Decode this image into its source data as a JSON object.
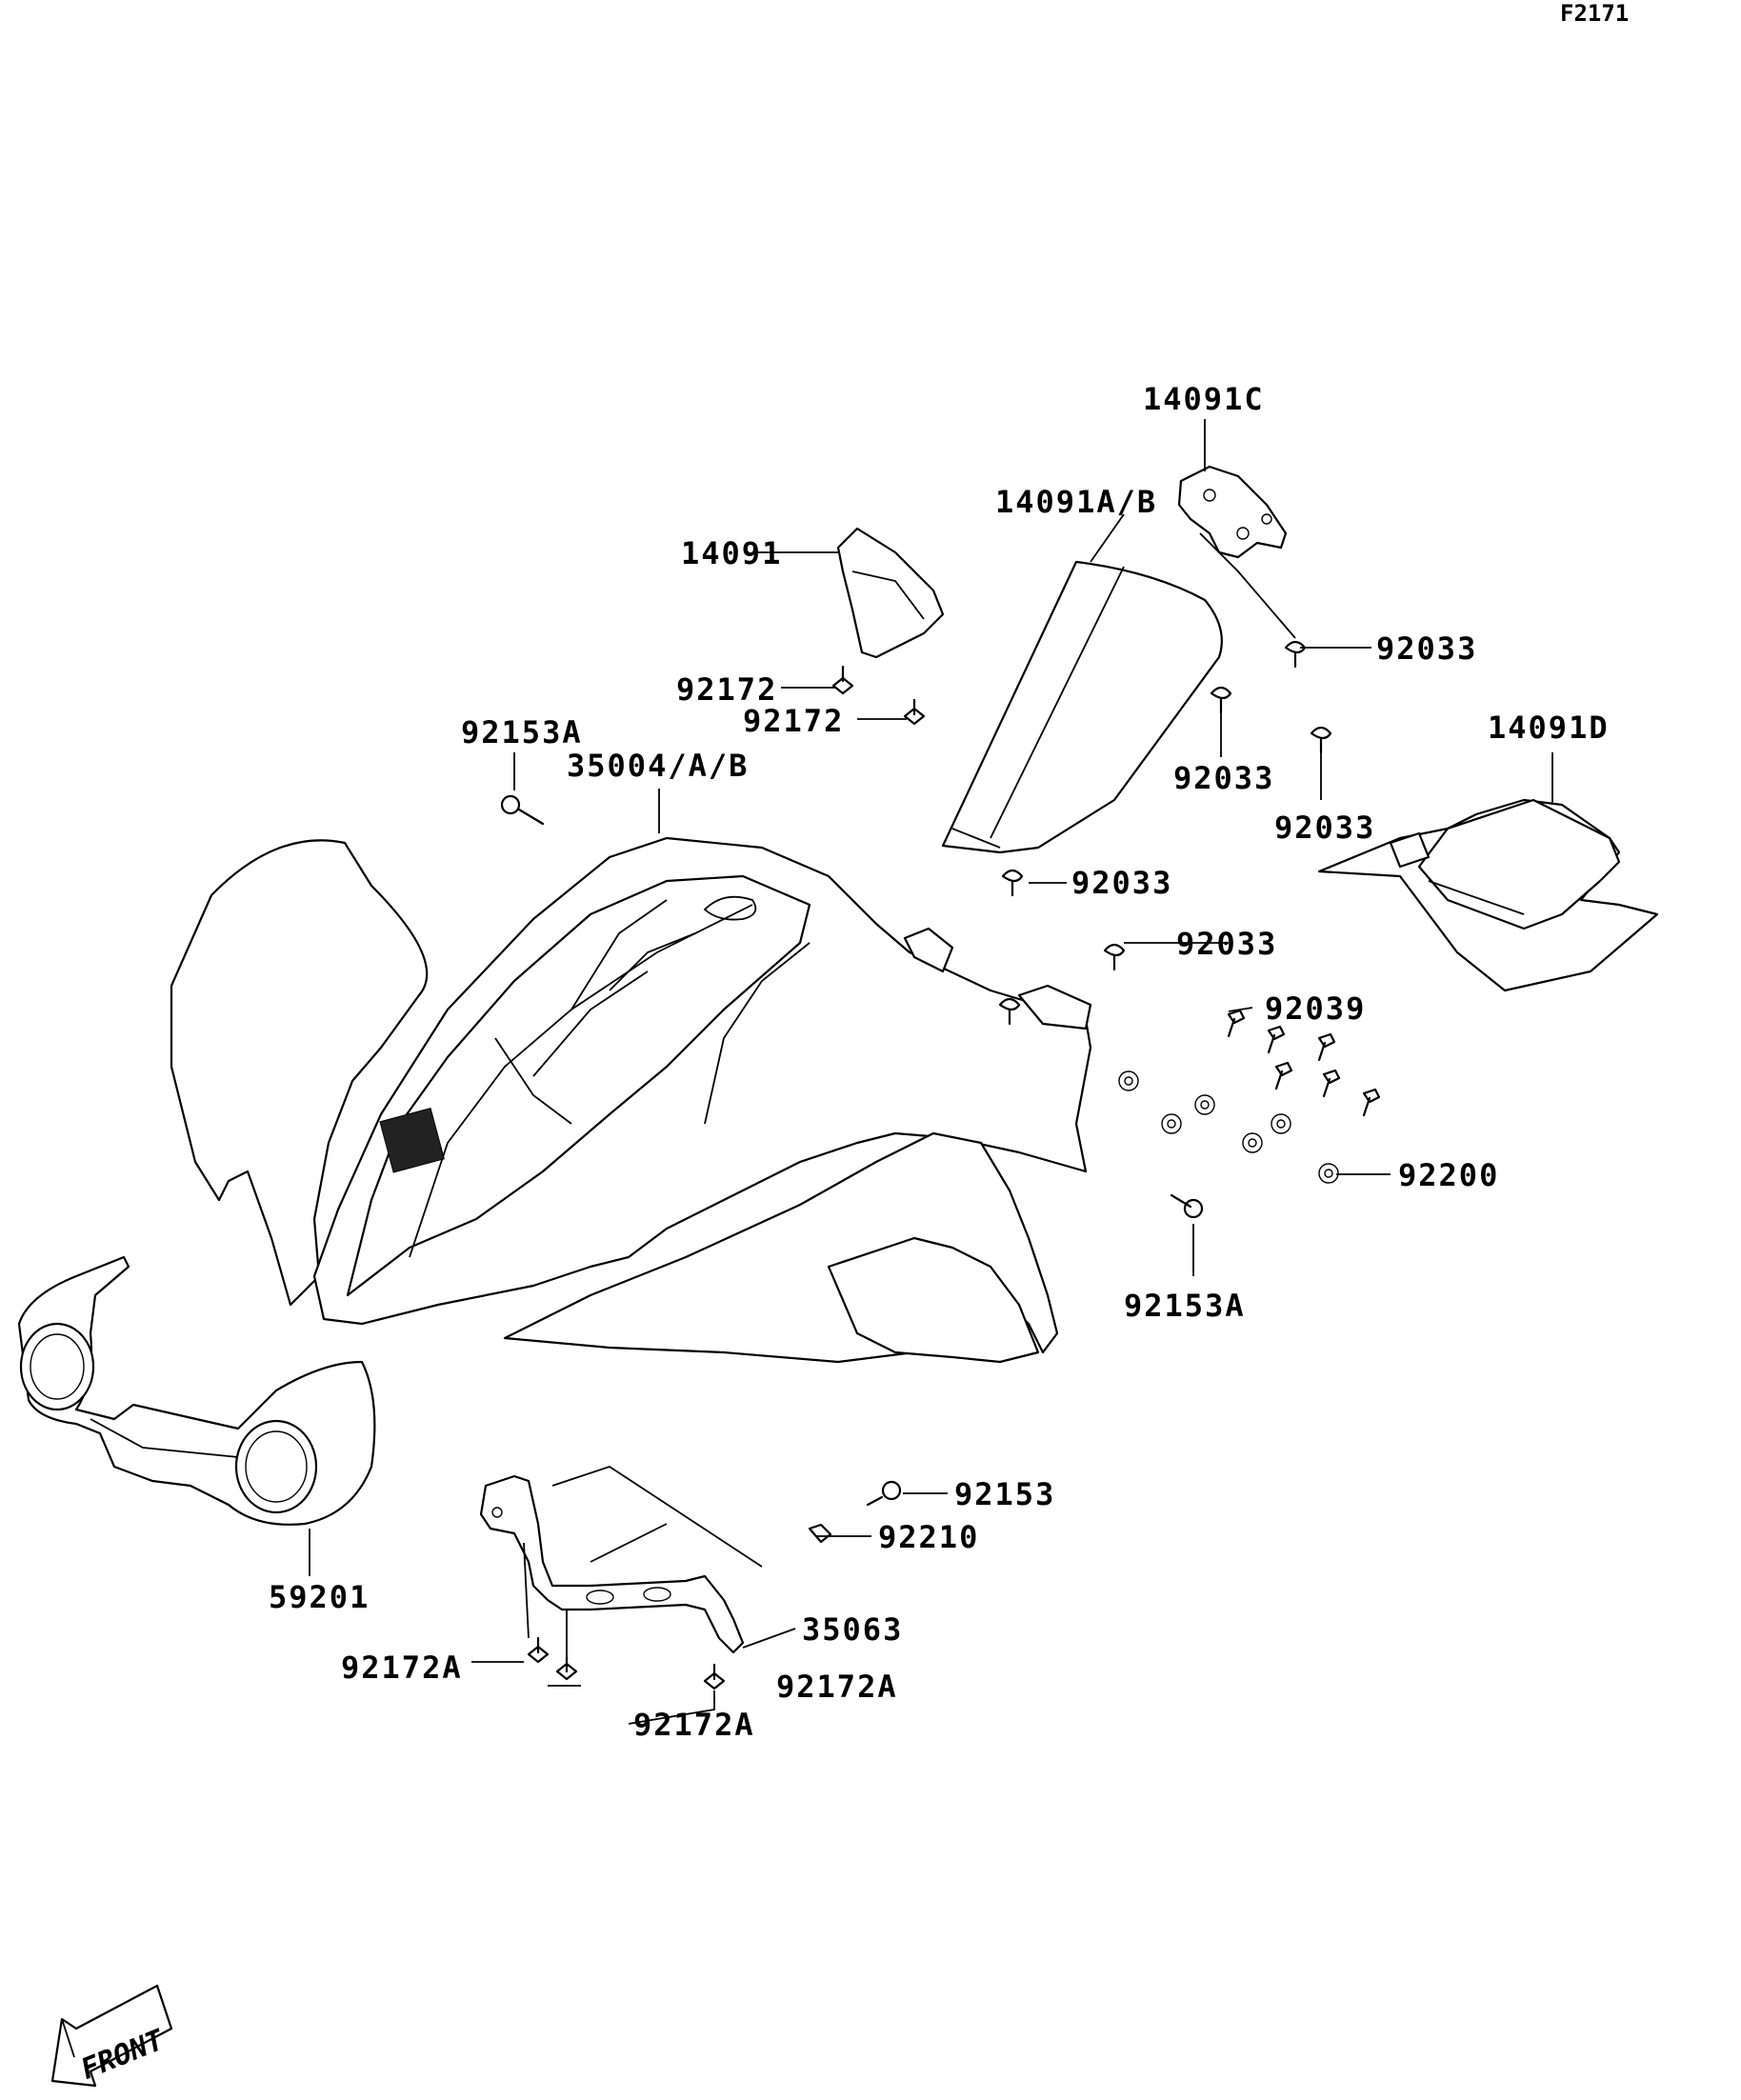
{
  "figure_id": "F2171",
  "front_label": "FRONT",
  "labels": {
    "l_14091C": "14091C",
    "l_14091AB": "14091A/B",
    "l_14091": "14091",
    "l_92033_a": "92033",
    "l_92172_a": "92172",
    "l_92172_b": "92172",
    "l_92033_b": "92033",
    "l_92033_c": "92033",
    "l_14091D": "14091D",
    "l_92153A_a": "92153A",
    "l_35004": "35004/A/B",
    "l_92033_d": "92033",
    "l_92033_e": "92033",
    "l_92039": "92039",
    "l_92200": "92200",
    "l_92153A_b": "92153A",
    "l_92153": "92153",
    "l_92210": "92210",
    "l_35063": "35063",
    "l_59201": "59201",
    "l_92172A_a": "92172A",
    "l_92172A_b": "92172A",
    "l_92172A_c": "92172A"
  }
}
